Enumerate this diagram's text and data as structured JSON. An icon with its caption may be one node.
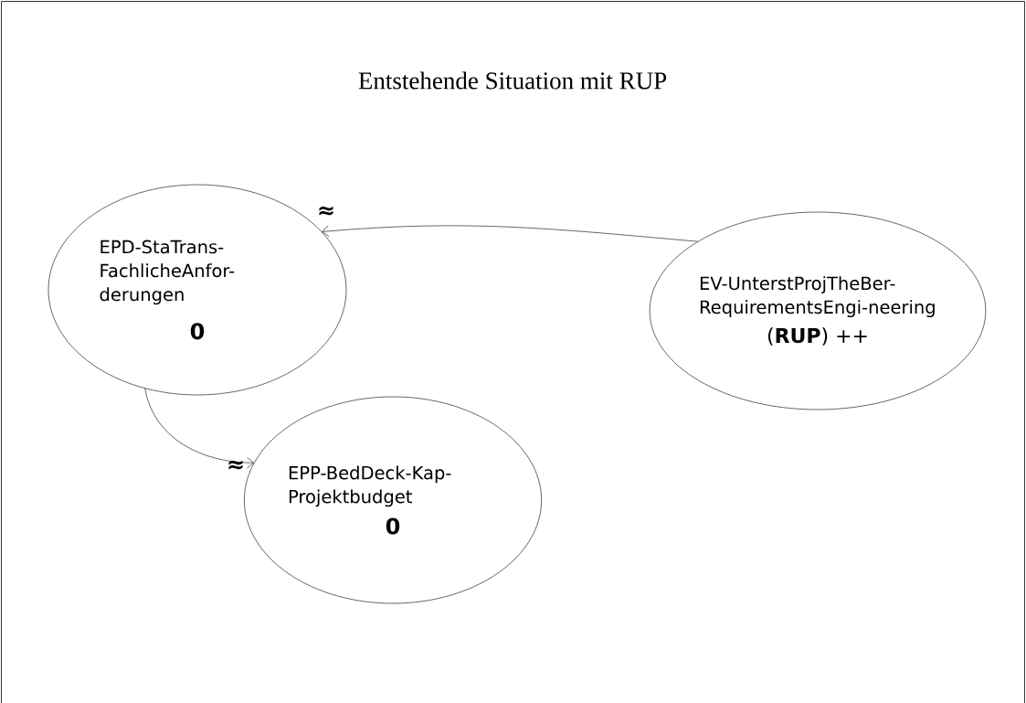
{
  "diagram": {
    "title": "Entstehende Situation mit RUP",
    "nodes": [
      {
        "text": [
          "EPD-StaTrans-FachlicheAnfor-derungen",
          "0"
        ],
        "beside": [
          "≈"
        ]
      },
      {
        "text": [
          "EV-UnterstProjTheBer-RequirementsEngi-neering",
          "(**RUP**) ++"
        ]
      },
      {
        "text": [
          "EPP-BedDeck-Kap-Projektbudget",
          "0"
        ],
        "beside": [
          "≈"
        ]
      }
    ],
    "edges": [
      {
        "from": 1,
        "to": 0,
        "arrow": "to"
      },
      {
        "from": 0,
        "to": 2,
        "arrow": "to"
      }
    ]
  }
}
